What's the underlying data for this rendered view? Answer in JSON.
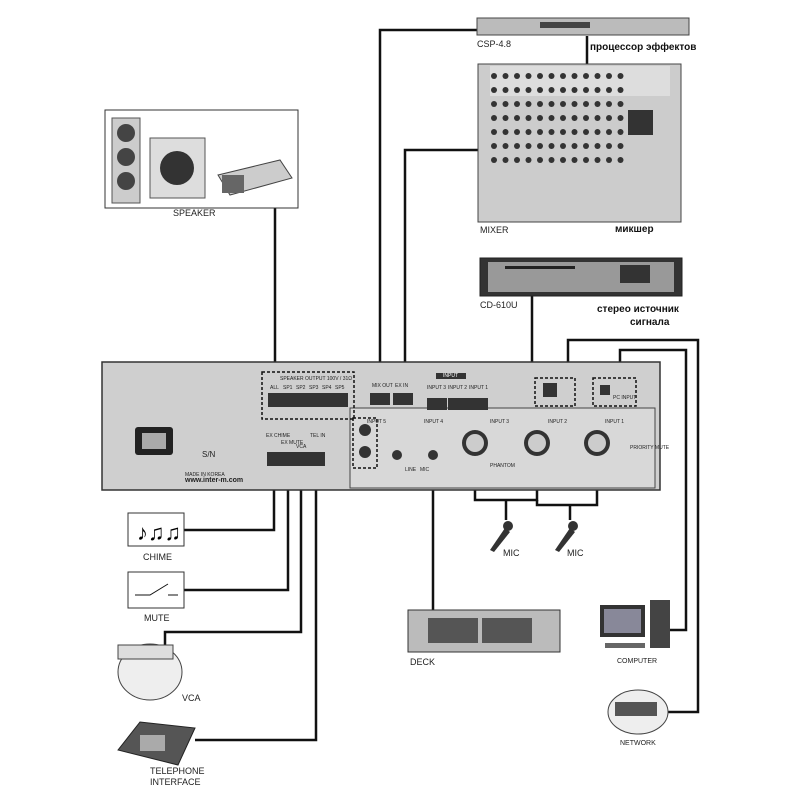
{
  "devices": {
    "speaker": "SPEAKER",
    "csp": "CSP-4.8",
    "csp_ru": "процессор эффектов",
    "mixer": "MIXER",
    "mixer_ru": "микшер",
    "cd": "CD-610U",
    "cd_ru_1": "стерео  источник",
    "cd_ru_2": "сигнала",
    "chime": "CHIME",
    "mute": "MUTE",
    "vca": "VCA",
    "tel_1": "TELEPHONE",
    "tel_2": "INTERFACE",
    "deck": "DECK",
    "mic": "MIC",
    "computer": "COMPUTER",
    "network": "NETWORK"
  },
  "panel": {
    "speaker_output": "SPEAKER OUTPUT 100V / 31Ω",
    "sp_terms": [
      "ALL",
      "SP1",
      "SP2",
      "SP3",
      "SP4",
      "SP5"
    ],
    "mix_out": "MIX OUT",
    "ex_in": "EX IN",
    "input_header": "INPUT",
    "inputs_top": [
      "INPUT 3",
      "INPUT 2",
      "INPUT 1"
    ],
    "inputs_bottom": [
      "INPUT 5",
      "INPUT 4",
      "INPUT 3",
      "INPUT 2",
      "INPUT 1"
    ],
    "ctrl_terms": [
      "EX CHIME",
      "EX MUTE",
      "VCA",
      "TEL IN"
    ],
    "priority_mute": "PRIORITY MUTE",
    "serial": "S/N",
    "made_in": "MADE IN KOREA",
    "website": "www.inter-m.com",
    "pc_input": "PC INPUT",
    "line": "LINE",
    "mic": "MIC",
    "phantom": "PHANTOM"
  }
}
